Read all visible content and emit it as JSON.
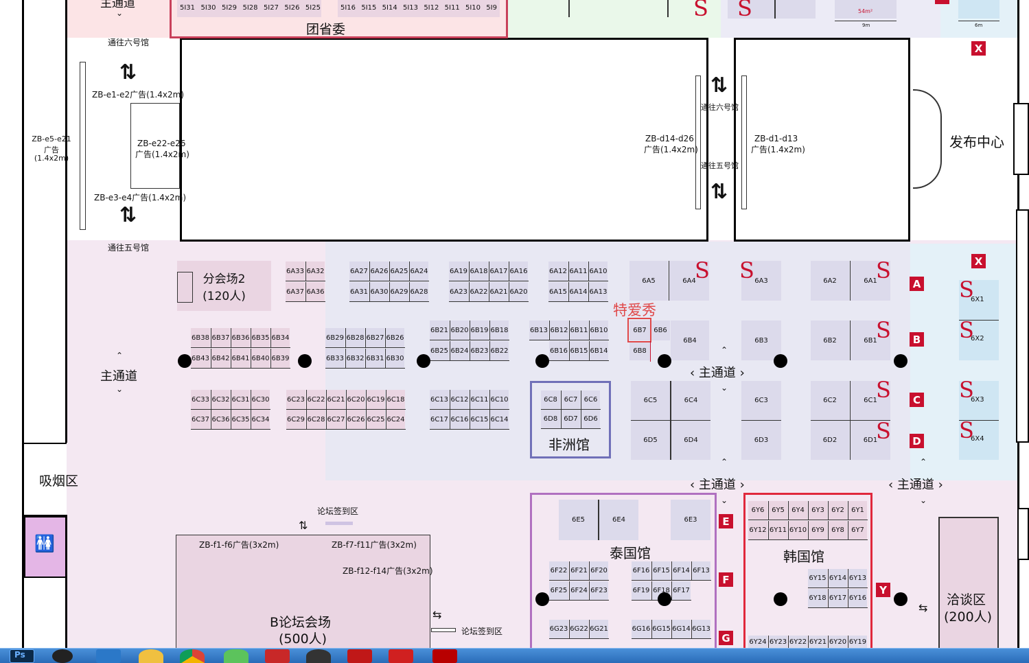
{
  "halls": {
    "tuanshengwei": "团省委",
    "fabu": "发布中心",
    "huiyi2_line1": "分会场2",
    "huiyi2_line2": "(120人)",
    "feizhou": "非洲馆",
    "taiguo": "泰国馆",
    "hanguo": "韩国馆",
    "luntan_line1": "B论坛会场",
    "luntan_line2": "(500人)",
    "qiatan_line1": "洽谈区",
    "qiatan_line2": "(200人)",
    "xiyan": "吸烟区",
    "teaixiu": "特爱秀"
  },
  "passages": {
    "zhudao_top": "主通道",
    "zhudao_left": "主通道",
    "zhutongdao1": "主通道",
    "zhutongdao2": "主通道",
    "zhutongdao3": "主通道",
    "to6_a": "通往六号馆",
    "to5_a": "通往五号馆",
    "to6_b": "通往六号馆",
    "to5_b": "通往五号馆",
    "luntan_signin_a": "论坛签到区",
    "luntan_signin_b": "论坛签到区"
  },
  "ads": {
    "e1e2": "ZB-e1-e2广告(1.4x2m)",
    "e3e4": "ZB-e3-e4广告(1.4x2m)",
    "e22_l1": "ZB-e22-e26",
    "e22_l2": "广告(1.4x2m)",
    "e5_l1": "ZB-e5-e21",
    "e5_l2": "广告",
    "e5_l3": "(1.4x2m)",
    "d14_l1": "ZB-d14-d26",
    "d14_l2": "广告(1.4x2m)",
    "d1_l1": "ZB-d1-d13",
    "d1_l2": "广告(1.4x2m)",
    "f1": "ZB-f1-f6广告(3x2m)",
    "f7": "ZB-f7-f11广告(3x2m)",
    "f12": "ZB-f12-f14广告(3x2m)"
  },
  "top_booths": {
    "row1": [
      "5I31",
      "5I30",
      "5I29",
      "5I28",
      "5I27",
      "5I26",
      "5I25"
    ],
    "row2": [
      "5I16",
      "5I15",
      "5I14",
      "5I13",
      "5I12",
      "5I11",
      "5I10",
      "5I9"
    ],
    "area": "54m²",
    "w9": "9m",
    "w6": "6m"
  },
  "booths": {
    "a33": [
      "6A33",
      "6A32"
    ],
    "a37": [
      "6A37",
      "6A36"
    ],
    "a27": [
      "6A27",
      "6A26",
      "6A25",
      "6A24"
    ],
    "a31": [
      "6A31",
      "6A30",
      "6A29",
      "6A28"
    ],
    "a19": [
      "6A19",
      "6A18",
      "6A17",
      "6A16"
    ],
    "a23": [
      "6A23",
      "6A22",
      "6A21",
      "6A20"
    ],
    "a12": [
      "6A12",
      "6A11",
      "6A10"
    ],
    "a15": [
      "6A15",
      "6A14",
      "6A13"
    ],
    "a_big": [
      "6A5",
      "6A4",
      "6A3",
      "6A2",
      "6A1"
    ],
    "b38": [
      "6B38",
      "6B37",
      "6B36",
      "6B35",
      "6B34"
    ],
    "b43": [
      "6B43",
      "6B42",
      "6B41",
      "6B40",
      "6B39"
    ],
    "b29": [
      "6B29",
      "6B28",
      "6B27",
      "6B26"
    ],
    "b33": [
      "6B33",
      "6B32",
      "6B31",
      "6B30"
    ],
    "b21": [
      "6B21",
      "6B20",
      "6B19",
      "6B18"
    ],
    "b25": [
      "6B25",
      "6B24",
      "6B23",
      "6B22"
    ],
    "b13": [
      "6B13",
      "6B12",
      "6B11",
      "6B10"
    ],
    "b16": [
      "6B16",
      "6B15",
      "6B14"
    ],
    "b_small": [
      "6B7",
      "6B6",
      "6B8"
    ],
    "b_big": [
      "6B4",
      "6B3",
      "6B2",
      "6B1"
    ],
    "c33": [
      "6C33",
      "6C32",
      "6C31",
      "6C30"
    ],
    "c37": [
      "6C37",
      "6C36",
      "6C35",
      "6C34"
    ],
    "c23": [
      "6C23",
      "6C22",
      "6C21",
      "6C20",
      "6C19",
      "6C18"
    ],
    "c29": [
      "6C29",
      "6C28",
      "6C27",
      "6C26",
      "6C25",
      "6C24"
    ],
    "c13": [
      "6C13",
      "6C12",
      "6C11",
      "6C10"
    ],
    "c17": [
      "6C17",
      "6C16",
      "6C15",
      "6C14"
    ],
    "c8": [
      "6C8",
      "6C7",
      "6C6"
    ],
    "d8": [
      "6D8",
      "6D7",
      "6D6"
    ],
    "c_big": [
      "6C5",
      "6C4",
      "6C3",
      "6C2",
      "6C1"
    ],
    "d_big": [
      "6D5",
      "6D4",
      "6D3",
      "6D2",
      "6D1"
    ],
    "x": [
      "6X1",
      "6X2",
      "6X3",
      "6X4"
    ],
    "e": [
      "6E5",
      "6E4",
      "6E3"
    ],
    "f22": [
      "6F22",
      "6F21",
      "6F20"
    ],
    "f25": [
      "6F25",
      "6F24",
      "6F23"
    ],
    "f16": [
      "6F16",
      "6F15",
      "6F14",
      "6F13"
    ],
    "f19": [
      "6F19",
      "6F18",
      "6F17"
    ],
    "g23": [
      "6G23",
      "6G22",
      "6G21"
    ],
    "g16": [
      "6G16",
      "6G15",
      "6G14",
      "6G13"
    ],
    "y6": [
      "6Y6",
      "6Y5",
      "6Y4",
      "6Y3",
      "6Y2",
      "6Y1"
    ],
    "y12": [
      "6Y12",
      "6Y11",
      "6Y10",
      "6Y9",
      "6Y8",
      "6Y7"
    ],
    "y15": [
      "6Y15",
      "6Y14",
      "6Y13"
    ],
    "y18": [
      "6Y18",
      "6Y17",
      "6Y16"
    ],
    "y24": [
      "6Y24",
      "6Y23",
      "6Y22",
      "6Y21",
      "6Y20",
      "6Y19"
    ]
  },
  "row_markers": [
    "A",
    "B",
    "C",
    "D",
    "E",
    "F",
    "G",
    "Y",
    "X",
    "X"
  ],
  "s_mark": "S",
  "taskbar": [
    "Ps",
    "wechat",
    "browser",
    "ie",
    "chrome",
    "chat",
    "game",
    "avatar",
    "autocad",
    "solidworks",
    "acrobat"
  ]
}
